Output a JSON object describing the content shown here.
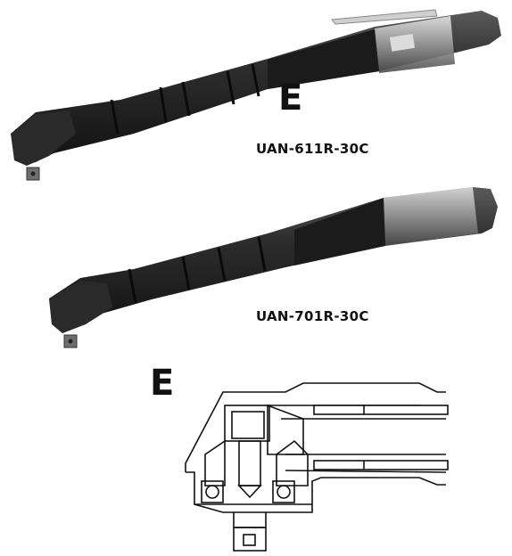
{
  "tools": [
    {
      "model": "UAN-611R-30C",
      "mark": "E"
    },
    {
      "model": "UAN-701R-30C"
    }
  ],
  "diagram": {
    "mark": "E"
  },
  "colors": {
    "tool_body": "#2a2a2a",
    "grip": "#1b1b1b",
    "metal": "#b9b9b9",
    "line": "#111111"
  }
}
